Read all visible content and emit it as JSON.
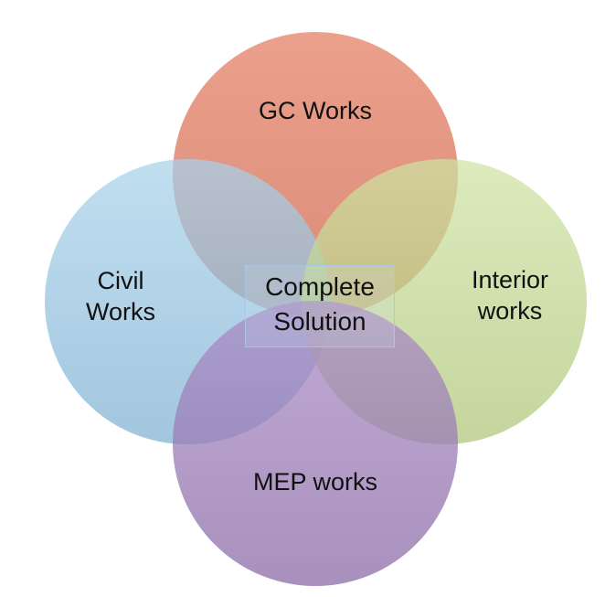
{
  "diagram": {
    "circles": [
      {
        "id": "top",
        "label_lines": [
          "GC Works"
        ],
        "color": "#e37e63"
      },
      {
        "id": "left",
        "label_lines": [
          "Civil",
          "Works"
        ],
        "color": "#8fc2e3"
      },
      {
        "id": "right",
        "label_lines": [
          "Interior",
          "works"
        ],
        "color": "#c1d98f"
      },
      {
        "id": "bottom",
        "label_lines": [
          "MEP works"
        ],
        "color": "#9a78b4"
      }
    ],
    "center": {
      "label_lines": [
        "Complete",
        "Solution"
      ]
    }
  }
}
